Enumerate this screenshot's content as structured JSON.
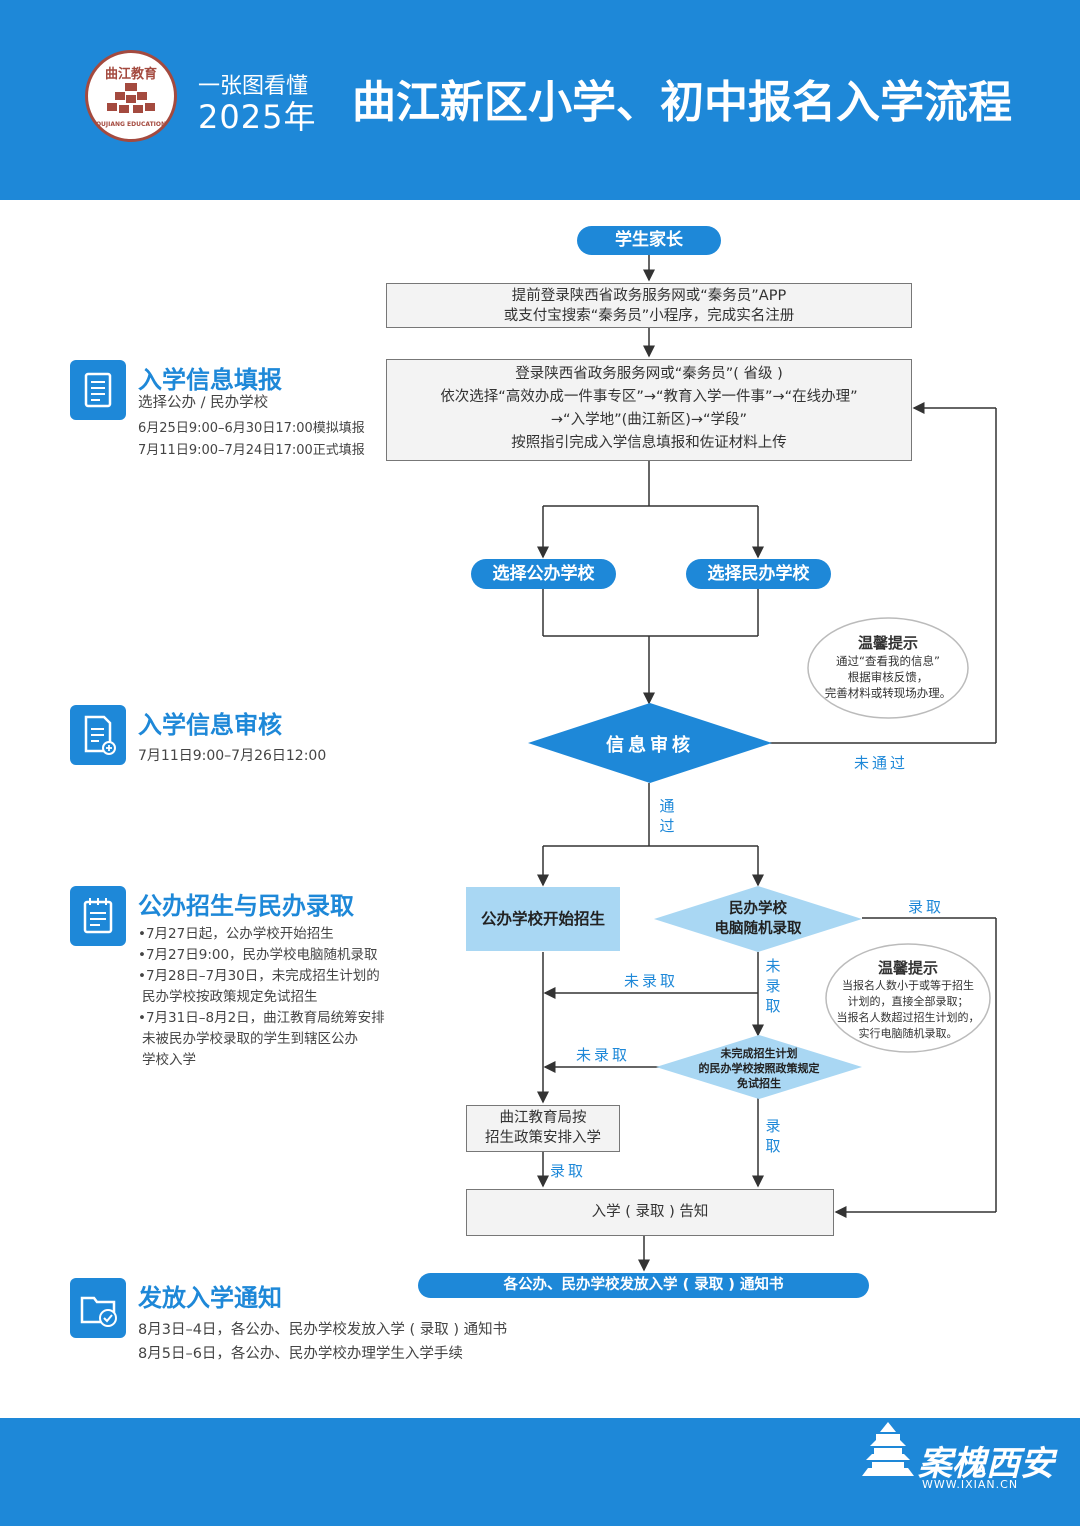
{
  "header": {
    "logo_text_top": "曲江教育",
    "logo_text_bottom": "QUJIANG EDUCATION",
    "subtitle_line1": "一张图看懂",
    "subtitle_line2": "2025年",
    "title": "曲江新区小学、初中报名入学流程"
  },
  "flow": {
    "start": "学生家长",
    "step1": {
      "line1": "提前登录陕西省政务服务网或“秦务员”APP",
      "line2": "或支付宝搜索“秦务员”小程序，完成实名注册"
    },
    "step2": {
      "line1": "登录陕西省政务服务网或“秦务员”( 省级 )",
      "line2": "依次选择“高效办成一件事专区”→“教育入学一件事”→“在线办理”",
      "line3": "→“入学地”(曲江新区)→“学段”",
      "line4": "按照指引完成入学信息填报和佐证材料上传"
    },
    "choose_public": "选择公办学校",
    "choose_private": "选择民办学校",
    "tip1": {
      "title": "温馨提示",
      "line1": "通过“查看我的信息”",
      "line2": "根据审核反馈，",
      "line3": "完善材料或转现场办理。"
    },
    "review": "信息审核",
    "not_pass": "未通过",
    "pass": "通过",
    "public_start": "公办学校开始招生",
    "private_lottery": {
      "line1": "民办学校",
      "line2": "电脑随机录取"
    },
    "admitted": "录取",
    "not_admitted": "未录取",
    "tip2": {
      "title": "温馨提示",
      "line1": "当报名人数小于或等于招生",
      "line2": "计划的，直接全部录取；",
      "line3": "当报名人数超过招生计划的，",
      "line4": "实行电脑随机录取。"
    },
    "unfinished": {
      "line1": "未完成招生计划",
      "line2": "的民办学校按照政策规定",
      "line3": "免试招生"
    },
    "bureau": {
      "line1": "曲江教育局按",
      "line2": "招生政策安排入学"
    },
    "notice": "入学 ( 录取 ) 告知",
    "final": "各公办、民办学校发放入学 ( 录取 ) 通知书"
  },
  "sections": [
    {
      "title": "入学信息填报",
      "icon": "document-icon",
      "lines": [
        "选择公办 / 民办学校",
        "6月25日9:00–6月30日17:00模拟填报",
        "7月11日9:00–7月24日17:00正式填报"
      ]
    },
    {
      "title": "入学信息审核",
      "icon": "document-review-icon",
      "lines": [
        "7月11日9:00–7月26日12:00"
      ]
    },
    {
      "title": "公办招生与民办录取",
      "icon": "notepad-icon",
      "lines": [
        "•7月27日起，公办学校开始招生",
        "•7月27日9:00，民办学校电脑随机录取",
        "•7月28日–7月30日，未完成招生计划的",
        "民办学校按政策规定免试招生",
        "•7月31日–8月2日，曲江教育局统筹安排",
        "未被民办学校录取的学生到辖区公办",
        "学校入学"
      ]
    },
    {
      "title": "发放入学通知",
      "icon": "folder-check-icon",
      "lines": [
        "8月3日–4日，各公办、民办学校发放入学 ( 录取 ) 通知书",
        "8月5日–6日，各公办、民办学校办理学生入学手续"
      ]
    }
  ],
  "footer": {
    "brand": "案槐西安",
    "url": "WWW.IXIAN.CN"
  },
  "colors": {
    "brand_blue": "#1e88d8",
    "light_blue": "#a9d7f3",
    "logo_red": "#a44a3f",
    "box_fill": "#f3f3f3"
  }
}
